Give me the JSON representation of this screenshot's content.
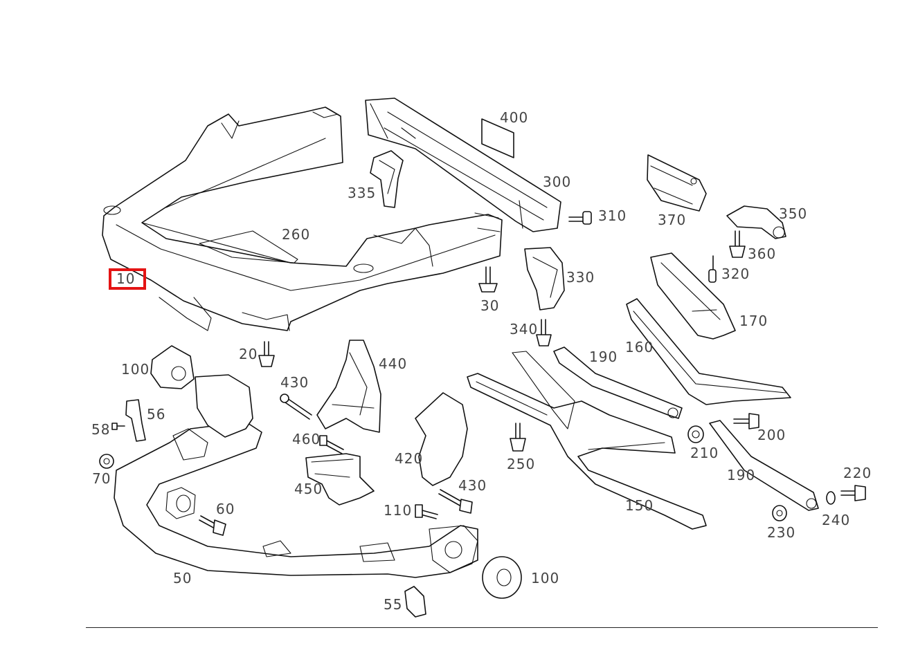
{
  "diagram": {
    "highlight_color": "#e41414",
    "highlighted_label": "10",
    "labels": {
      "p10": "10",
      "p20": "20",
      "p30": "30",
      "p50": "50",
      "p55": "55",
      "p56": "56",
      "p58": "58",
      "p60": "60",
      "p70": "70",
      "p100a": "100",
      "p100b": "100",
      "p110": "110",
      "p150": "150",
      "p160": "160",
      "p170": "170",
      "p190a": "190",
      "p190b": "190",
      "p200": "200",
      "p210": "210",
      "p220": "220",
      "p230": "230",
      "p240": "240",
      "p250": "250",
      "p260": "260",
      "p300": "300",
      "p310": "310",
      "p320": "320",
      "p330": "330",
      "p335": "335",
      "p340": "340",
      "p350": "350",
      "p360": "360",
      "p370": "370",
      "p400": "400",
      "p420": "420",
      "p430a": "430",
      "p430b": "430",
      "p440": "440",
      "p450": "450",
      "p460": "460"
    }
  }
}
